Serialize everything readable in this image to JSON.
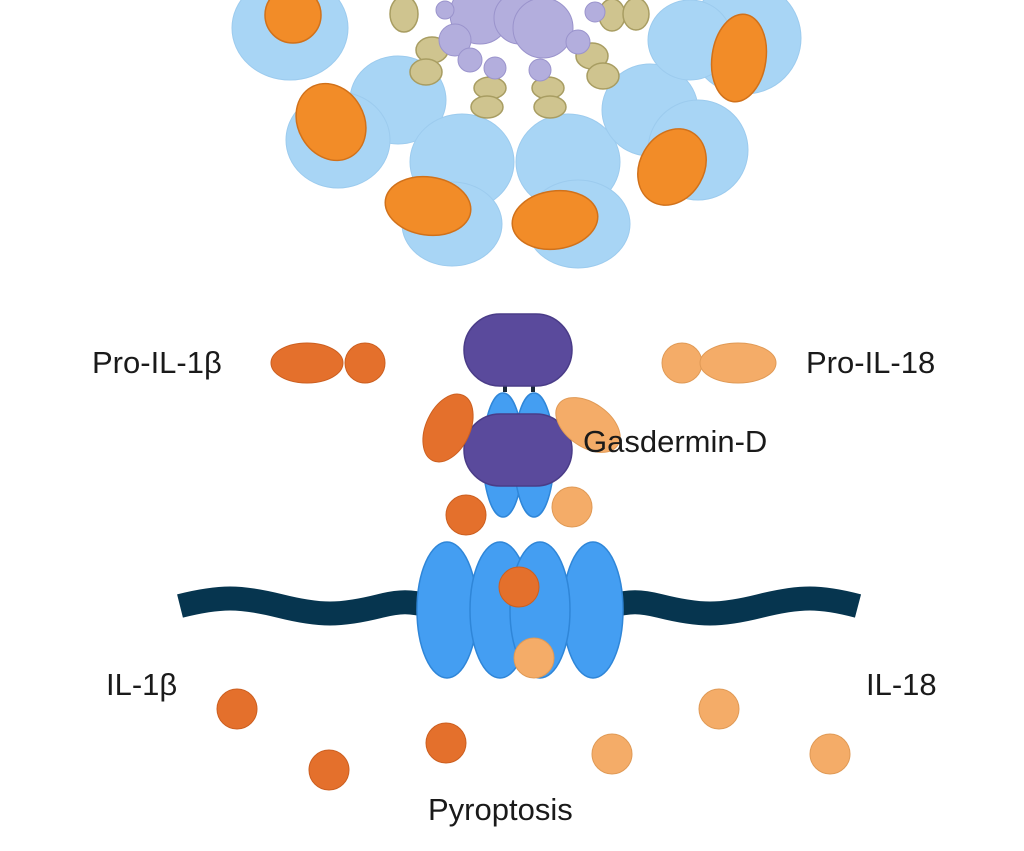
{
  "diagram": {
    "labels": {
      "pro_il1b": "Pro-IL-1β",
      "pro_il18": "Pro-IL-18",
      "gasdermin_d": "Gasdermin-D",
      "il1b": "IL-1β",
      "il18": "IL-18",
      "pyroptosis": "Pyroptosis"
    },
    "colors": {
      "inflammasome_body": "#a8d5f5",
      "caspase": "#f28c28",
      "adaptor": "#cfc48f",
      "core": "#b3aedd",
      "gasdermin_n": "#5a4a9c",
      "pore": "#449ef2",
      "membrane": "#06354f",
      "il1b": "#e4702c",
      "il18": "#f4ac68"
    }
  }
}
